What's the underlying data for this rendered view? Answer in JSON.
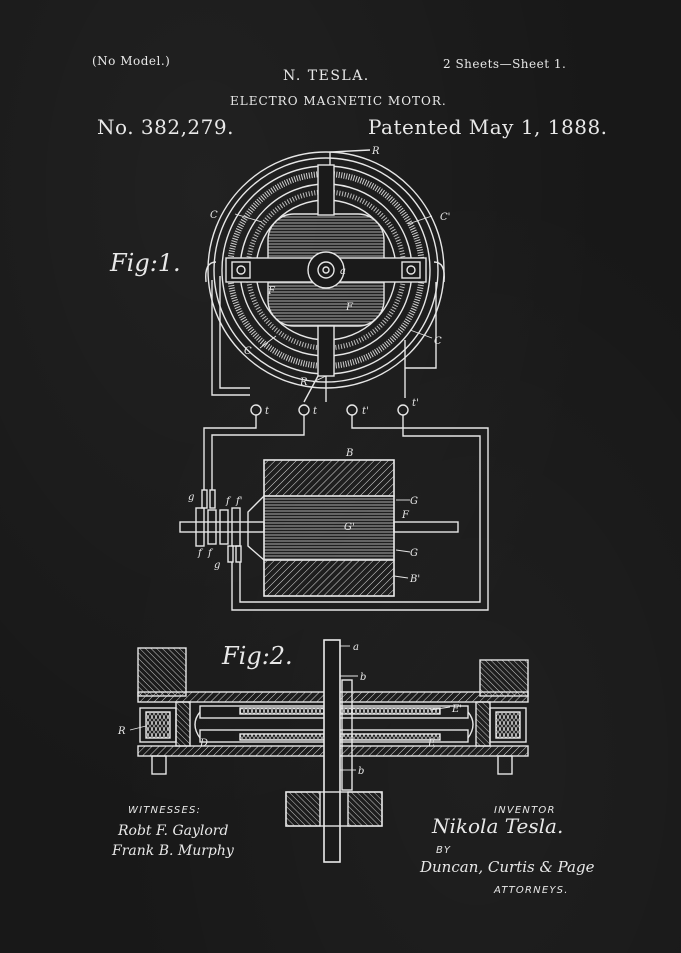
{
  "header": {
    "model_note": "(No Model.)",
    "sheets": "2 Sheets—Sheet 1.",
    "inventor_name": "N. TESLA.",
    "invention_title": "ELECTRO MAGNETIC MOTOR.",
    "patent_number": "No. 382,279.",
    "patent_date": "Patented May 1, 1888."
  },
  "figures": {
    "fig1_label": "Fig:1.",
    "fig2_label": "Fig:2."
  },
  "fig1_labels": {
    "R_top": "R",
    "C_left": "C",
    "C_prime": "C'",
    "a": "a",
    "F_left": "F",
    "F_center": "F",
    "C_bottom_left": "C",
    "C_right": "C",
    "R_bottom": "R",
    "t1": "t",
    "t2": "t",
    "t3": "t'",
    "t4": "t'",
    "B_top": "B",
    "G_upper": "G",
    "G_prime": "G'",
    "F_right": "F",
    "G_lower": "G",
    "B_prime": "B'",
    "g_upper": "g",
    "f": "f",
    "f_prime": "f'",
    "f_lower_1": "f",
    "f_lower_2": "f",
    "g_lower": "g"
  },
  "fig2_labels": {
    "a": "a",
    "b_upper": "b",
    "E_prime": "E'",
    "R": "R",
    "D": "D",
    "E": "E",
    "b_lower": "b"
  },
  "footer": {
    "witnesses_label": "WITNESSES:",
    "witness_1": "Robt F. Gaylord",
    "witness_2": "Frank B. Murphy",
    "inventor_label": "INVENTOR",
    "inventor_signature": "Nikola Tesla.",
    "by_label": "BY",
    "attorneys_signature": "Duncan, Curtis & Page",
    "attorneys_label": "ATTORNEYS."
  }
}
